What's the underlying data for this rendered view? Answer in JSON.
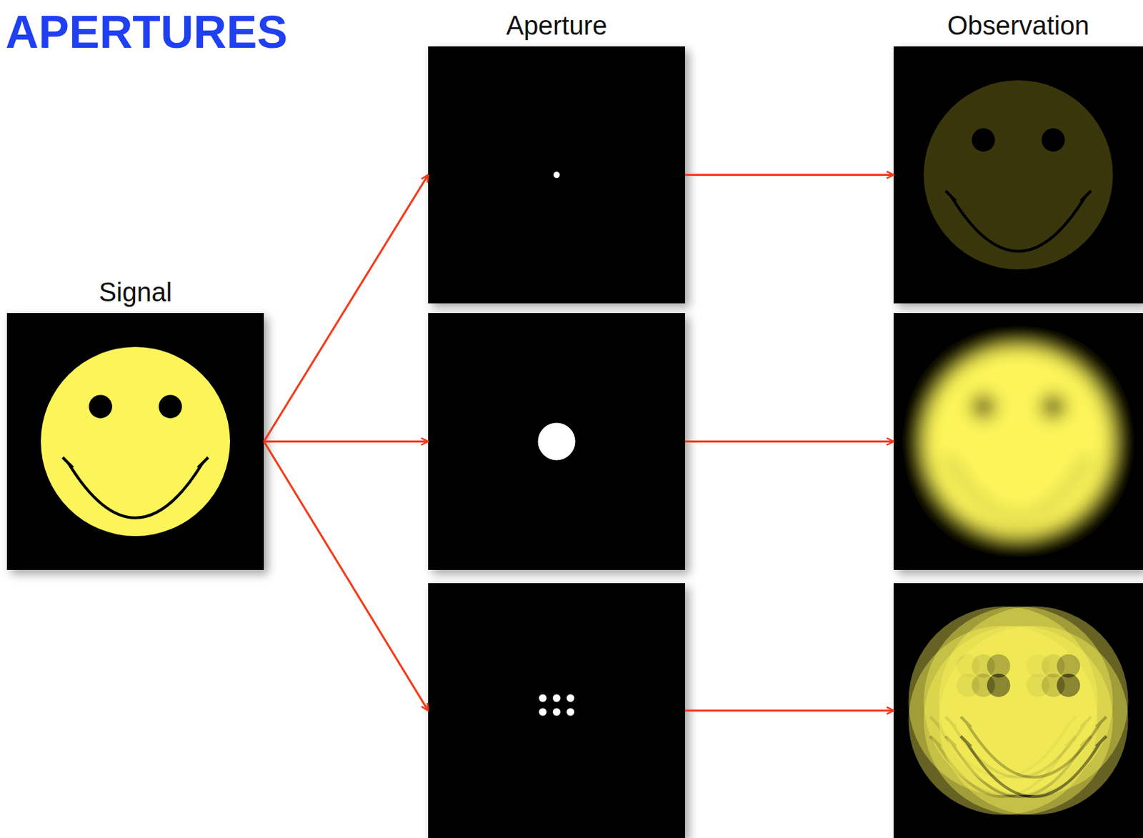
{
  "diagram": {
    "title": "APERTURES",
    "nodes": [
      {
        "text": [
          "Signal"
        ]
      },
      {
        "text": [
          "Aperture"
        ]
      },
      {},
      {},
      {
        "text": [
          "Observation"
        ]
      },
      {},
      {}
    ],
    "edges": [
      {
        "from": 0,
        "to": 1,
        "arrow": "to"
      },
      {
        "from": 0,
        "to": 2,
        "arrow": "to"
      },
      {
        "from": 0,
        "to": 3,
        "arrow": "to"
      },
      {
        "from": 1,
        "to": 4,
        "arrow": "to"
      },
      {
        "from": 2,
        "to": 5,
        "arrow": "to"
      },
      {
        "from": 3,
        "to": 6,
        "arrow": "to"
      }
    ]
  }
}
